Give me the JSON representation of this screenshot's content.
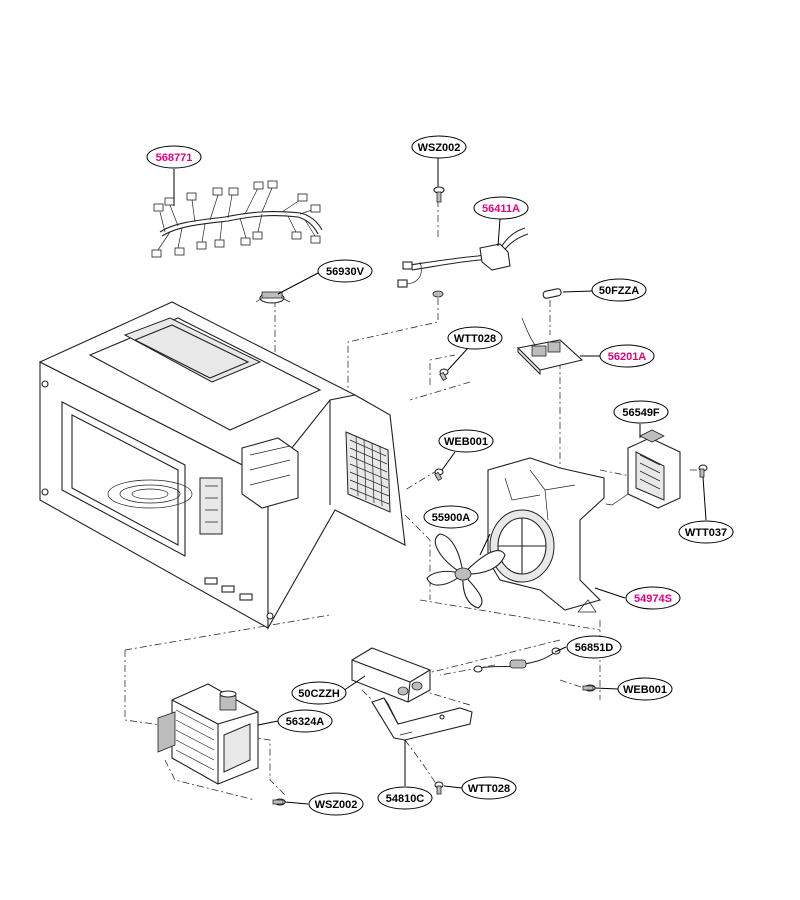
{
  "colors": {
    "highlight": "#e6007e",
    "normal": "#000000",
    "line": "#222222"
  },
  "labels": {
    "harness_main": "568771",
    "screw_top": "WSZ002",
    "harness_fuse": "56411A",
    "thermostat": "56930V",
    "fuse": "50FZZA",
    "screw_wtt028_top": "WTT028",
    "noise_filter": "56201A",
    "transformer_f": "56549F",
    "screw_web001_top": "WEB001",
    "fan_blade": "55900A",
    "screw_wtt037": "WTT037",
    "fan_duct": "54974S",
    "diode": "56851D",
    "capacitor": "50CZZH",
    "screw_web001_bottom": "WEB001",
    "magnetron": "56324A",
    "bracket": "54810C",
    "screw_wtt028_bottom": "WTT028",
    "screw_wsz002_bottom": "WSZ002"
  }
}
